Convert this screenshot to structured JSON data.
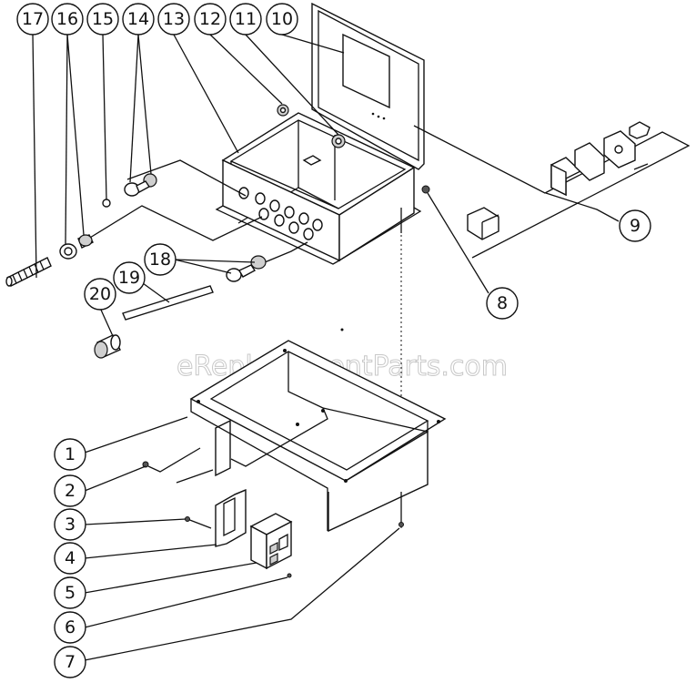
{
  "watermark": "eReplacementParts.com",
  "callouts": {
    "c1": "1",
    "c2": "2",
    "c3": "3",
    "c4": "4",
    "c5": "5",
    "c6": "6",
    "c7": "7",
    "c8": "8",
    "c9": "9",
    "c10": "10",
    "c11": "11",
    "c12": "12",
    "c13": "13",
    "c14": "14",
    "c15": "15",
    "c16": "16",
    "c17": "17",
    "c18": "18",
    "c19": "19",
    "c20": "20"
  }
}
